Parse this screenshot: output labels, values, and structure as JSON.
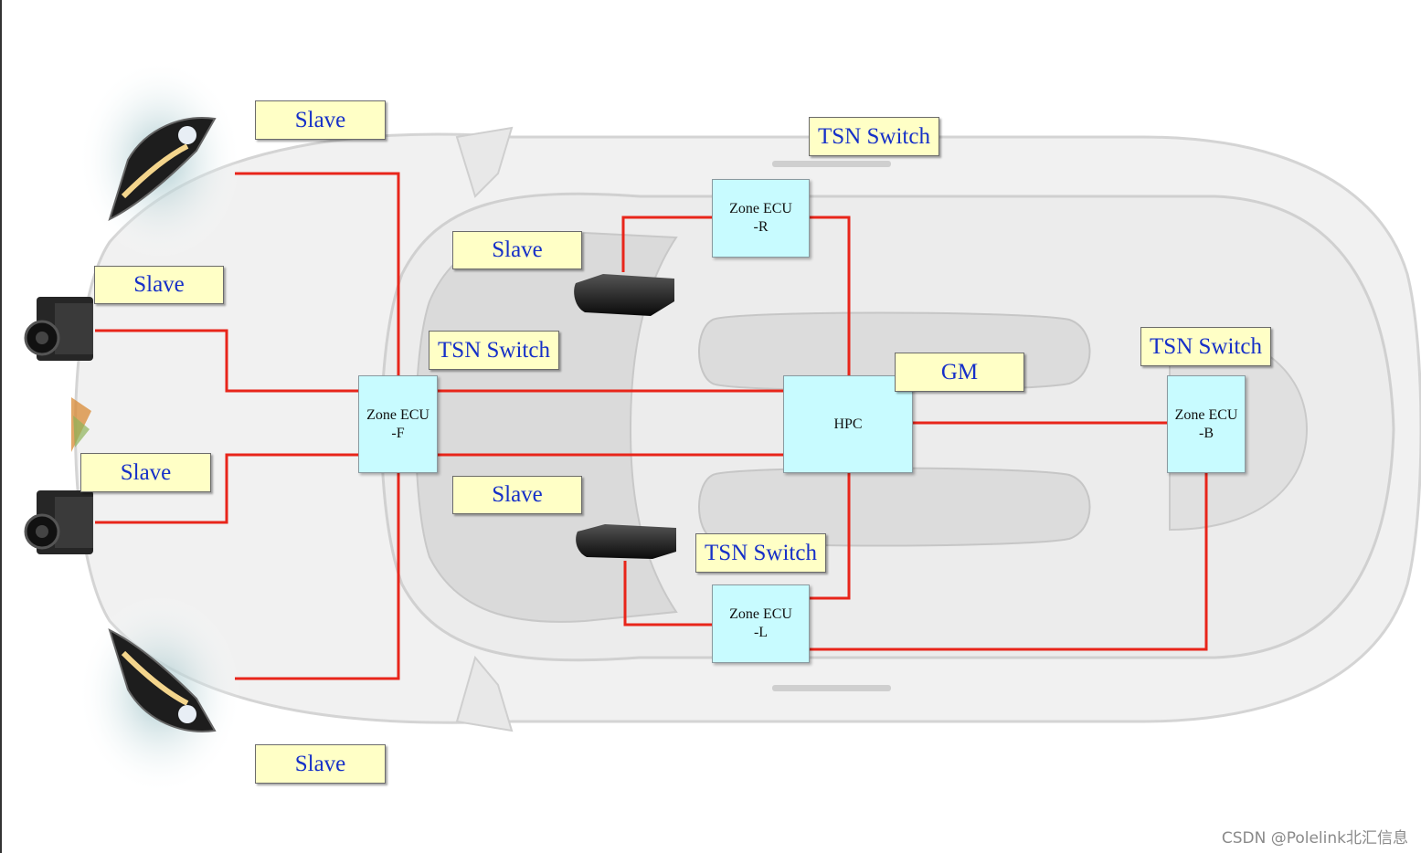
{
  "labels": {
    "slave_headlight_top": "Slave",
    "slave_camera_top": "Slave",
    "slave_camera_bottom": "Slave",
    "slave_headlight_bottom": "Slave",
    "slave_lidar_top": "Slave",
    "slave_lidar_bottom": "Slave",
    "tsn_switch_front": "TSN Switch",
    "tsn_switch_right": "TSN Switch",
    "tsn_switch_left": "TSN Switch",
    "tsn_switch_back": "TSN Switch",
    "gm": "GM"
  },
  "ecus": {
    "front": {
      "line1": "Zone ECU",
      "line2": "-F"
    },
    "right": {
      "line1": "Zone ECU",
      "line2": "-R"
    },
    "left": {
      "line1": "Zone ECU",
      "line2": "-L"
    },
    "back": {
      "line1": "Zone ECU",
      "line2": "-B"
    },
    "hpc": {
      "line1": "HPC"
    }
  },
  "watermark": "CSDN @Polelink北汇信息",
  "colors": {
    "link": "#e8251a",
    "ecu_fill": "#c8fbff",
    "label_fill": "#ffffc6",
    "label_text": "#1630c8"
  }
}
